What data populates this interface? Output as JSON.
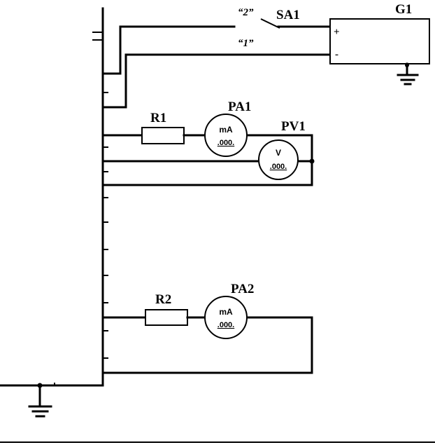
{
  "source": {
    "label": "G1",
    "plus": "+",
    "minus": "-"
  },
  "switch": {
    "label": "SA1",
    "position_2": "“2”",
    "position_1": "“1”"
  },
  "resistors": {
    "r1": "R1",
    "r2": "R2"
  },
  "meters": {
    "pa1": {
      "label": "PA1",
      "unit": "mA",
      "reading": ".000."
    },
    "pv1": {
      "label": "PV1",
      "unit": "V",
      "reading": ".000."
    },
    "pa2": {
      "label": "PA2",
      "unit": "mA",
      "reading": ".000."
    }
  }
}
